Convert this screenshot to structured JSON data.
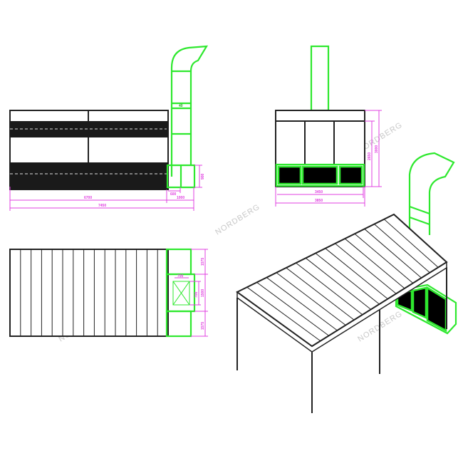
{
  "watermark": "NORDBERG",
  "colors": {
    "duct": "#2ee82e",
    "dimension": "#e040e0",
    "frame": "#222222"
  },
  "side_view": {
    "duct_label": "40",
    "dims": {
      "body_length": "6700",
      "total_length": "7450",
      "duct_width": "1000",
      "box_width": "600",
      "box_height": "900"
    }
  },
  "front_view": {
    "dims": {
      "inner_width": "3450",
      "outer_width": "3850",
      "inner_height": "2650",
      "outer_height": "3000"
    }
  },
  "top_view": {
    "slats": 15,
    "dims": {
      "top": "1575",
      "middle": "1500",
      "bottom": "1575",
      "fan_w": "700",
      "fan_h": "700"
    }
  },
  "perspective_view": {
    "slats": 16
  }
}
